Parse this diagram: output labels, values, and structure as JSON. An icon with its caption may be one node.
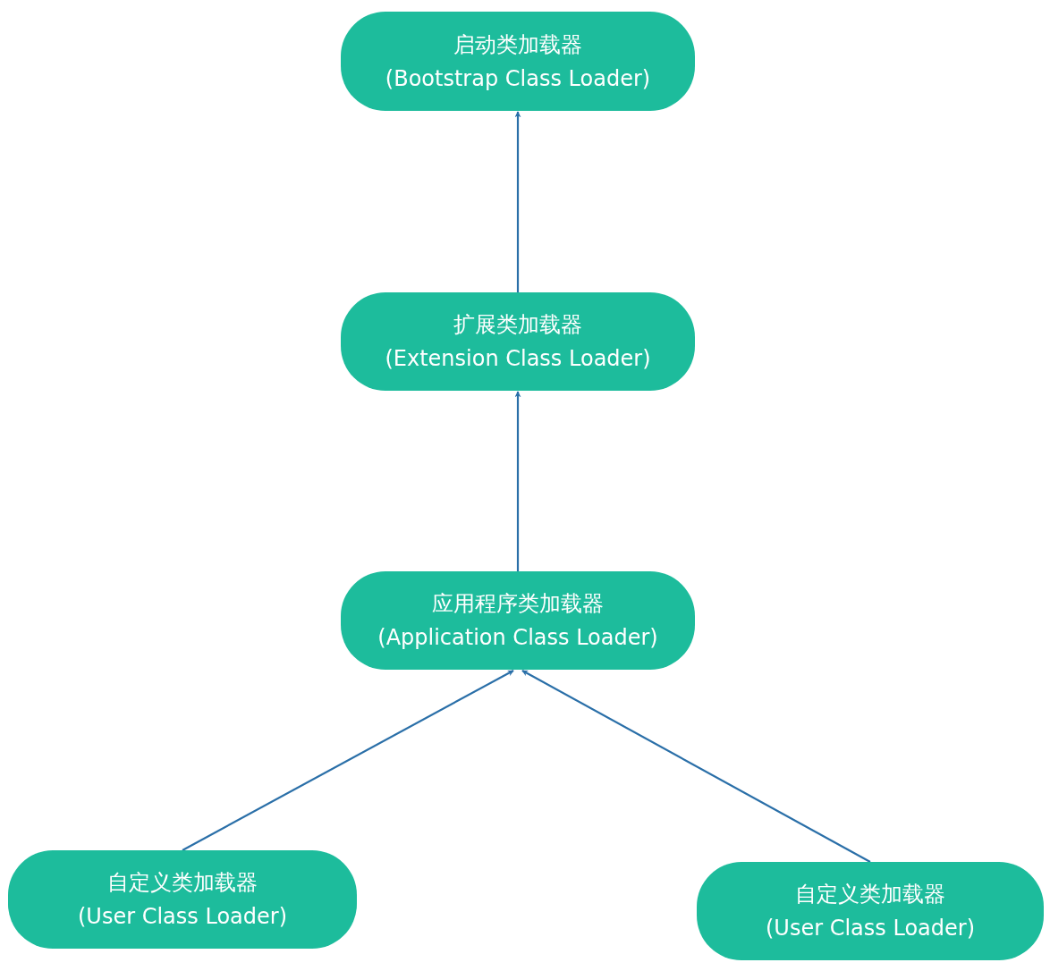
{
  "diagram": {
    "nodes": [
      {
        "text": [
          "启动类加载器",
          "(Bootstrap Class Loader)"
        ]
      },
      {
        "text": [
          "扩展类加载器",
          "(Extension Class Loader)"
        ]
      },
      {
        "text": [
          "应用程序类加载器",
          "(Application Class Loader)"
        ]
      },
      {
        "text": [
          "自定义类加载器",
          "(User Class Loader)"
        ]
      },
      {
        "text": [
          "自定义类加载器",
          "(User Class Loader)"
        ]
      }
    ],
    "edges": [
      {
        "from": 1,
        "to": 0,
        "arrow": "to"
      },
      {
        "from": 2,
        "to": 1,
        "arrow": "to"
      },
      {
        "from": 3,
        "to": 2,
        "arrow": "to"
      },
      {
        "from": 4,
        "to": 2,
        "arrow": "to"
      }
    ]
  }
}
